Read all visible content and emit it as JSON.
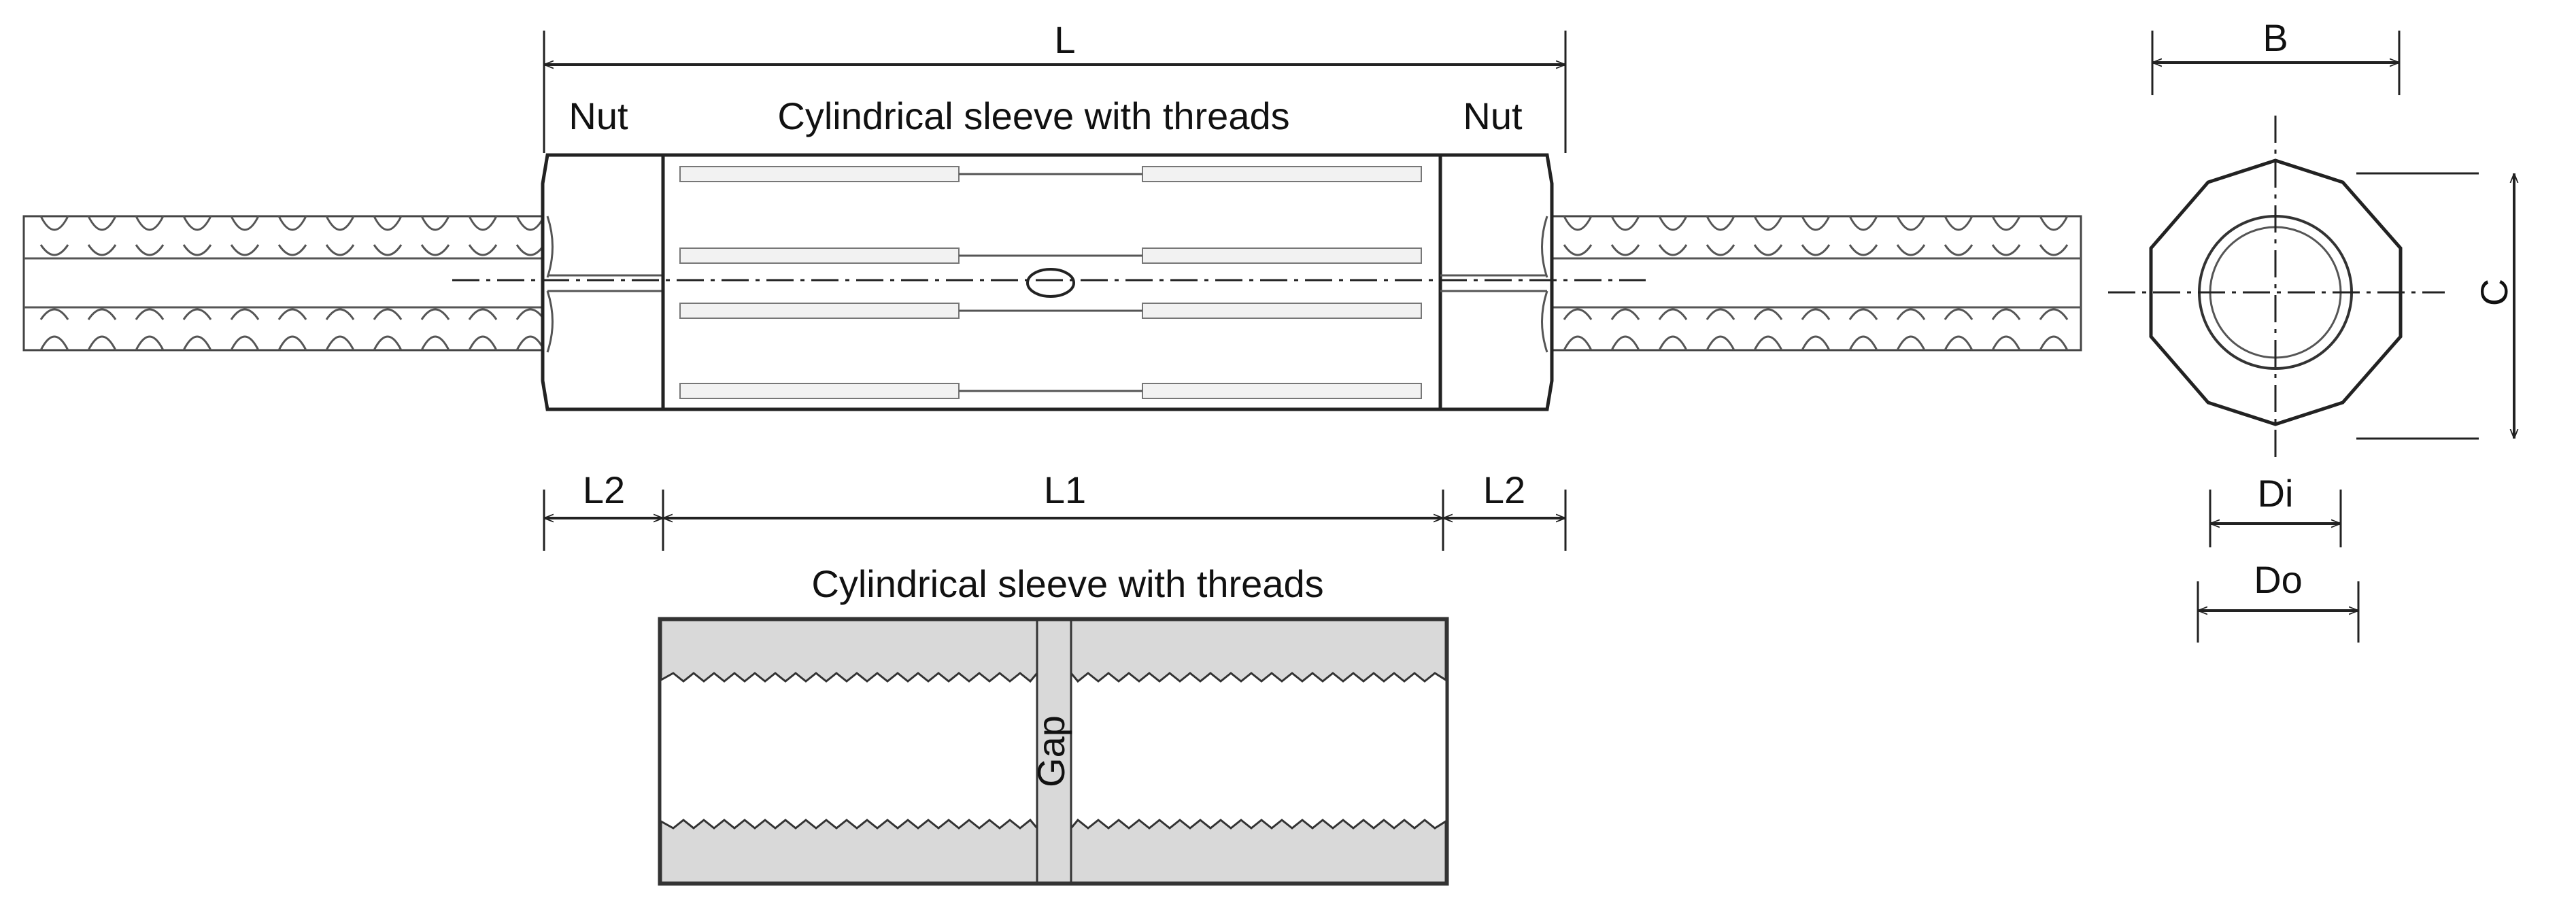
{
  "labels": {
    "dim_L": "L",
    "nut_left": "Nut",
    "nut_right": "Nut",
    "sleeve_top": "Cylindrical sleeve with threads",
    "dim_L2_left": "L2",
    "dim_L1": "L1",
    "dim_L2_right": "L2",
    "sleeve_bottom": "Cylindrical sleeve with threads",
    "gap": "Gap",
    "dim_B": "B",
    "dim_C": "C",
    "dim_Di": "Di",
    "dim_Do": "Do"
  }
}
